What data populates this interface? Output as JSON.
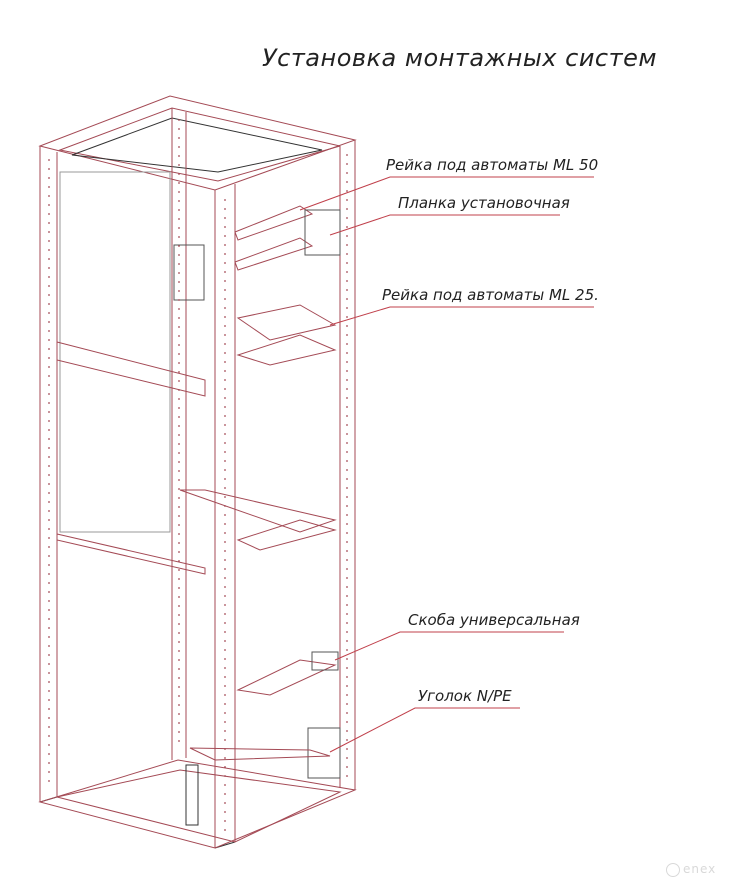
{
  "title": "Установка монтажных систем",
  "callouts": [
    {
      "id": "rail-ml50",
      "label": "Рейка под автоматы ML 50"
    },
    {
      "id": "mounting-plate",
      "label": "Планка установочная"
    },
    {
      "id": "rail-ml25",
      "label": "Рейка под автоматы ML 25."
    },
    {
      "id": "universal-bracket",
      "label": "Скоба универсальная"
    },
    {
      "id": "corner-npe",
      "label": "Уголок N/PE"
    }
  ],
  "watermark": "enex",
  "colors": {
    "frame": "#a44a55",
    "line": "#333333",
    "leader": "#c0404b"
  }
}
